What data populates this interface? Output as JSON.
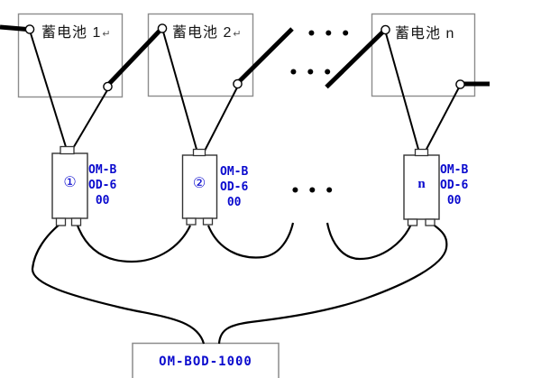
{
  "colors": {
    "accent_blue": "#0a0ace",
    "wire_black": "#000000",
    "battery_border": "#8c8c8c",
    "device_border": "#333333"
  },
  "batteries": [
    {
      "name": "蓄电池 1",
      "para_mark": "↵"
    },
    {
      "name": "蓄电池 2",
      "para_mark": "↵"
    },
    {
      "name": "蓄电池 n",
      "para_mark": ""
    }
  ],
  "monitors": [
    {
      "id": "①",
      "model_line1": "OM-B",
      "model_line2": "OD-6",
      "model_line3": "00"
    },
    {
      "id": "②",
      "model_line1": "OM-B",
      "model_line2": "OD-6",
      "model_line3": "00"
    },
    {
      "id": "n",
      "model_line1": "OM-B",
      "model_line2": "OD-6",
      "model_line3": "00"
    }
  ],
  "central_unit": {
    "label": "OM-BOD-1000"
  },
  "ellipsis": {
    "dots": "•••"
  }
}
